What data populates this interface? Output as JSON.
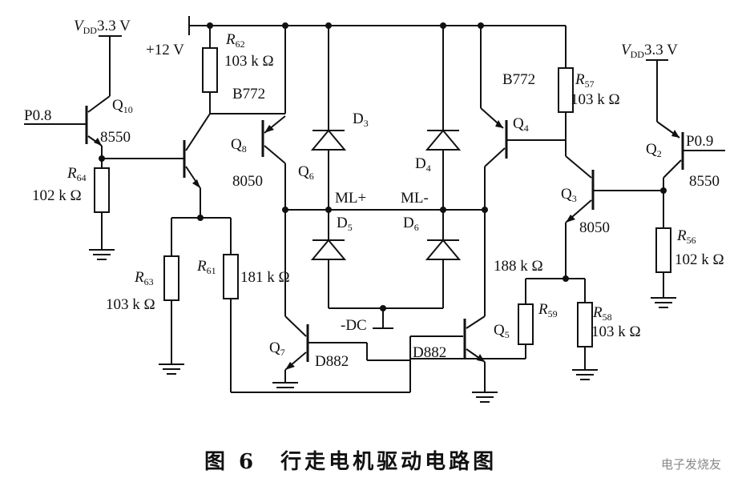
{
  "labels": {
    "vdd_left": "V",
    "vdd_left_sub": "DD",
    "vdd_left_val": "3.3 V",
    "vdd_right": "V",
    "vdd_right_sub": "DD",
    "vdd_right_val": "3.3 V",
    "p08": "P0.8",
    "p09": "P0.9",
    "plus12": "+12 V",
    "q10": "Q",
    "q10_sub": "10",
    "q10_type": "8550",
    "q2": "Q",
    "q2_sub": "2",
    "q2_type": "8550",
    "q8": "Q",
    "q8_sub": "8",
    "q8_type": "8050",
    "q3": "Q",
    "q3_sub": "3",
    "q3_type": "8050",
    "q6": "Q",
    "q6_sub": "6",
    "q4": "Q",
    "q4_sub": "4",
    "q7": "Q",
    "q7_sub": "7",
    "q7_type": "D882",
    "q5": "Q",
    "q5_sub": "5",
    "q5_type": "D882",
    "b772_left": "B772",
    "b772_right": "B772",
    "r62": "R",
    "r62_sub": "62",
    "r62_val": "103 k Ω",
    "r57": "R",
    "r57_sub": "57",
    "r57_val": "103 k Ω",
    "r64": "R",
    "r64_sub": "64",
    "r64_val": "102 k Ω",
    "r56": "R",
    "r56_sub": "56",
    "r56_val": "102 k Ω",
    "r63": "R",
    "r63_sub": "63",
    "r63_val": "103 k Ω",
    "r61": "R",
    "r61_sub": "61",
    "r61_val": "181 k Ω",
    "r59": "R",
    "r59_sub": "59",
    "r59_val": "188 k Ω",
    "r58": "R",
    "r58_sub": "58",
    "r58_val": "103 k Ω",
    "d3": "D",
    "d3_sub": "3",
    "d4": "D",
    "d4_sub": "4",
    "d5": "D",
    "d5_sub": "5",
    "d6": "D",
    "d6_sub": "6",
    "ml_plus": "ML+",
    "ml_minus": "ML-",
    "dc": "-DC"
  },
  "caption": "图 6　行走电机驱动电路图",
  "watermark": "电子发烧友"
}
